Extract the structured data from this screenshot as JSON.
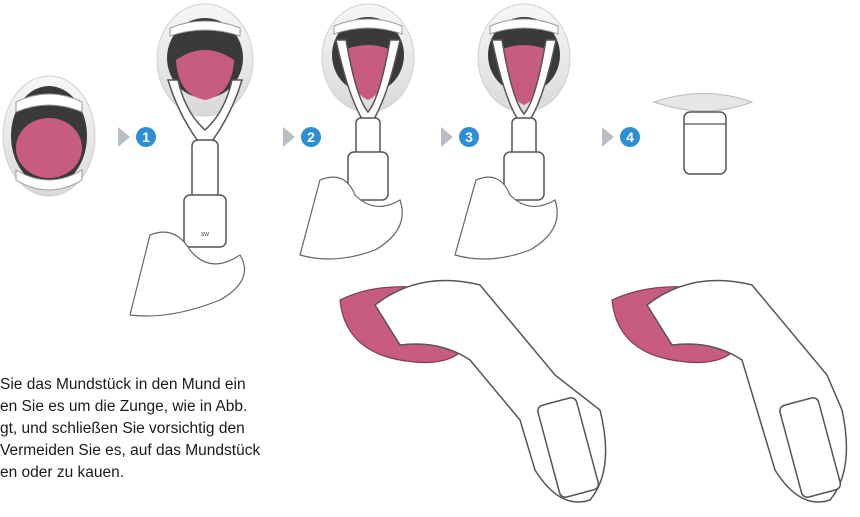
{
  "steps": [
    {
      "number": "1"
    },
    {
      "number": "2"
    },
    {
      "number": "3"
    },
    {
      "number": "4"
    }
  ],
  "device_logo": "SW",
  "instruction_lines": [
    "Sie das Mundstück in den Mund ein",
    "en Sie es um die Zunge, wie in Abb.",
    "gt, und schließen Sie vorsichtig den",
    "Vermeiden Sie es, auf das Mundstück",
    "en oder zu kauen."
  ],
  "colors": {
    "tongue": "#c85c7e",
    "mouth": "#3a3a3a",
    "badge": "#2a8fd6",
    "arrow": "#b9bec4",
    "device_outline": "#555555"
  }
}
